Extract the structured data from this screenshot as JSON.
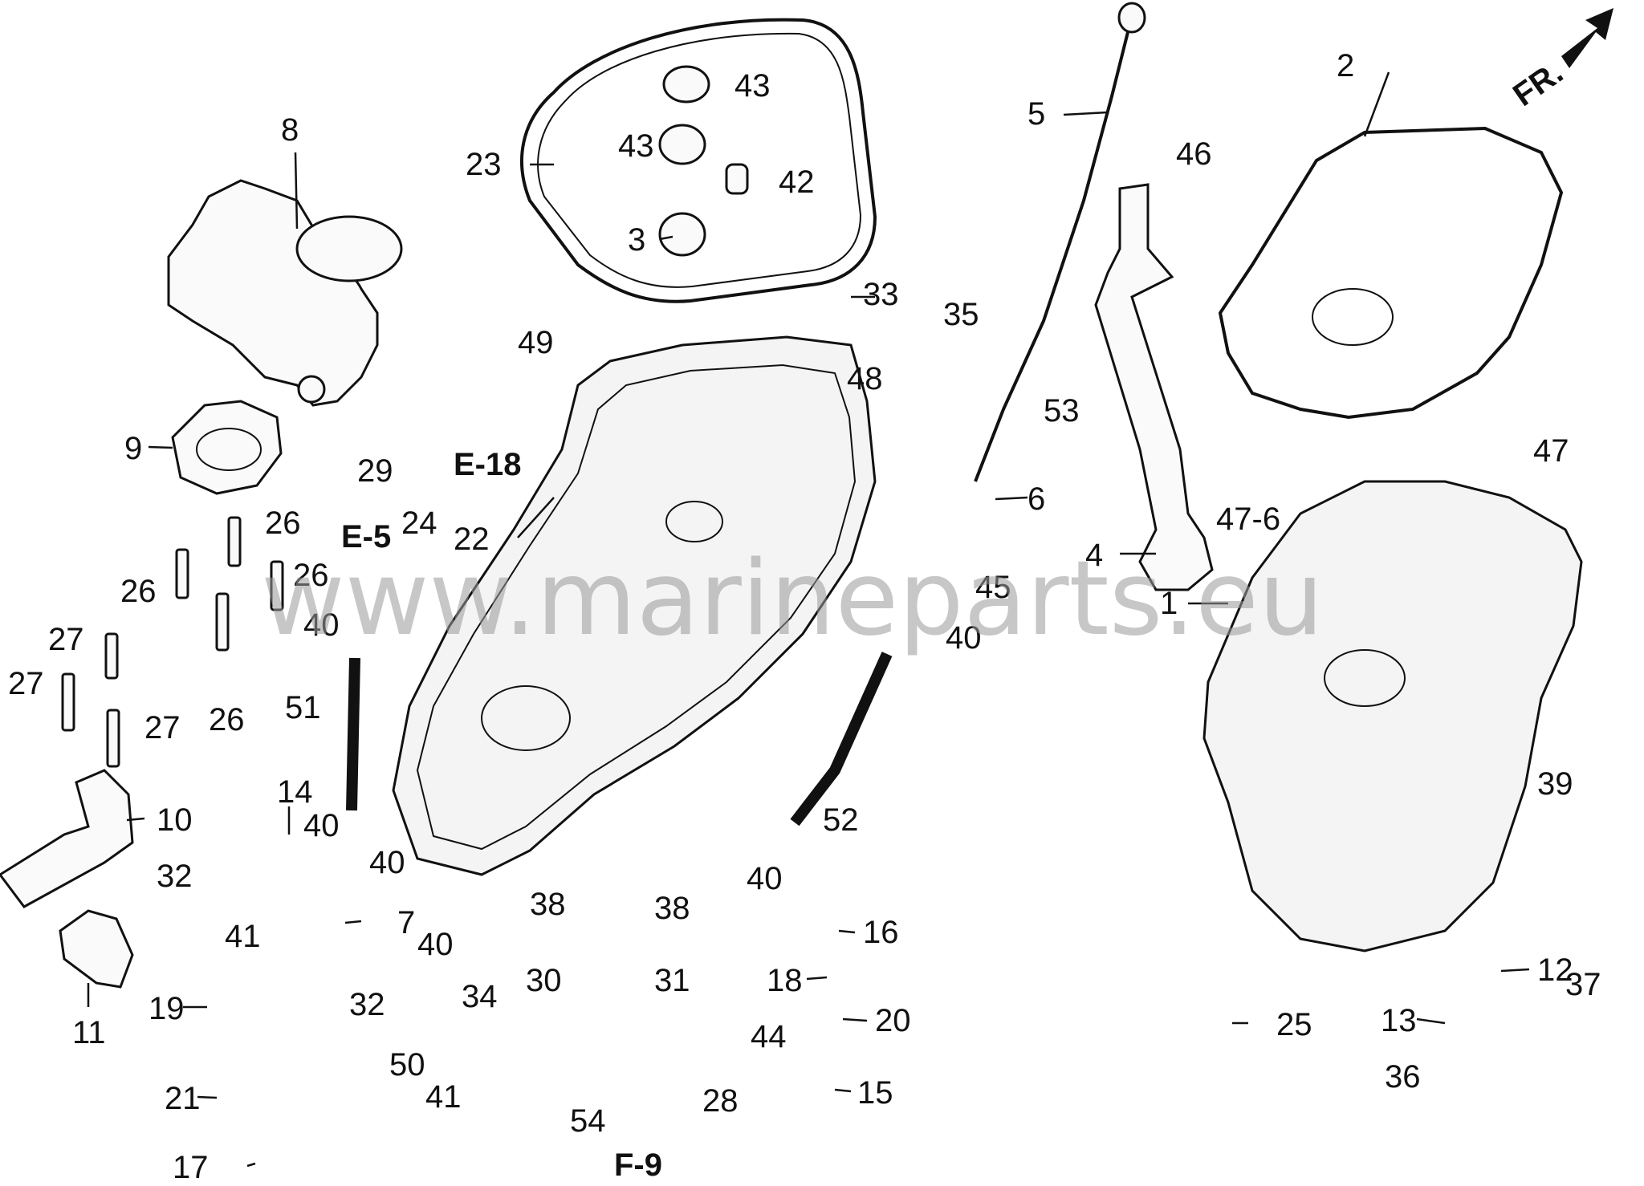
{
  "orientation": {
    "label": "FR.",
    "icon": "front-arrow-icon"
  },
  "watermark": "www.marineparts.eu",
  "ref_labels": {
    "e18": "E-18",
    "e5": "E-5",
    "f9": "F-9"
  },
  "callouts": [
    "1",
    "2",
    "3",
    "4",
    "5",
    "6",
    "7",
    "8",
    "9",
    "10",
    "11",
    "12",
    "13",
    "14",
    "15",
    "16",
    "17",
    "18",
    "19",
    "20",
    "21",
    "22",
    "23",
    "24",
    "25",
    "26",
    "26",
    "26",
    "26",
    "27",
    "27",
    "27",
    "28",
    "29",
    "30",
    "31",
    "32",
    "32",
    "33",
    "34",
    "35",
    "36",
    "37",
    "38",
    "38",
    "39",
    "40",
    "40",
    "40",
    "40",
    "40",
    "40",
    "41",
    "41",
    "42",
    "43",
    "43",
    "44",
    "45",
    "46",
    "47",
    "47-6",
    "48",
    "49",
    "50",
    "51",
    "52",
    "53",
    "54"
  ],
  "colors": {
    "line": "#111111",
    "watermark": "#9a9a9a",
    "background": "#ffffff"
  }
}
